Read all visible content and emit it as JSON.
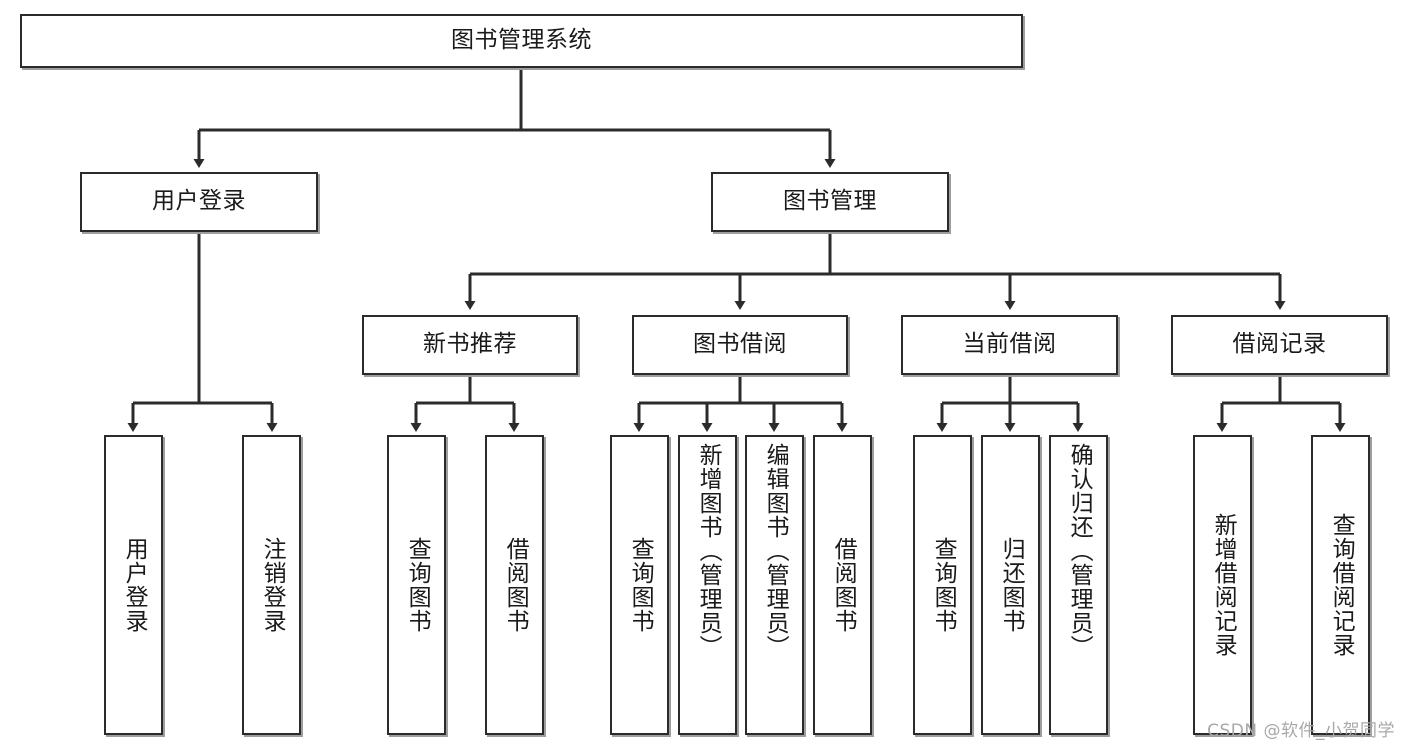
{
  "diagram": {
    "title": "图书管理系统",
    "watermark": "CSDN @软件_小贺同学",
    "colors": {
      "box_border": "#2b2b2b",
      "box_fill": "#ffffff",
      "connector": "#2b2b2b",
      "text": "#1a1a1a",
      "watermark": "#a8a8a8",
      "background": "#ffffff"
    },
    "nodes": {
      "root": {
        "label": "图书管理系统"
      },
      "level2": [
        {
          "label": "用户登录"
        },
        {
          "label": "图书管理"
        }
      ],
      "level3": [
        {
          "label": "新书推荐"
        },
        {
          "label": "图书借阅"
        },
        {
          "label": "当前借阅"
        },
        {
          "label": "借阅记录"
        }
      ],
      "leaves": {
        "user_login": [
          {
            "label": "用户登录"
          },
          {
            "label": "注销登录"
          }
        ],
        "new_book_recommend": [
          {
            "label": "查询图书"
          },
          {
            "label": "借阅图书"
          }
        ],
        "book_borrow": [
          {
            "label": "查询图书"
          },
          {
            "label": "新增图书（管理员）"
          },
          {
            "label": "编辑图书（管理员）"
          },
          {
            "label": "借阅图书"
          }
        ],
        "current_borrow": [
          {
            "label": "查询图书"
          },
          {
            "label": "归还图书"
          },
          {
            "label": "确认归还（管理员）"
          }
        ],
        "borrow_record": [
          {
            "label": "新增借阅记录"
          },
          {
            "label": "查询借阅记录"
          }
        ]
      }
    }
  }
}
